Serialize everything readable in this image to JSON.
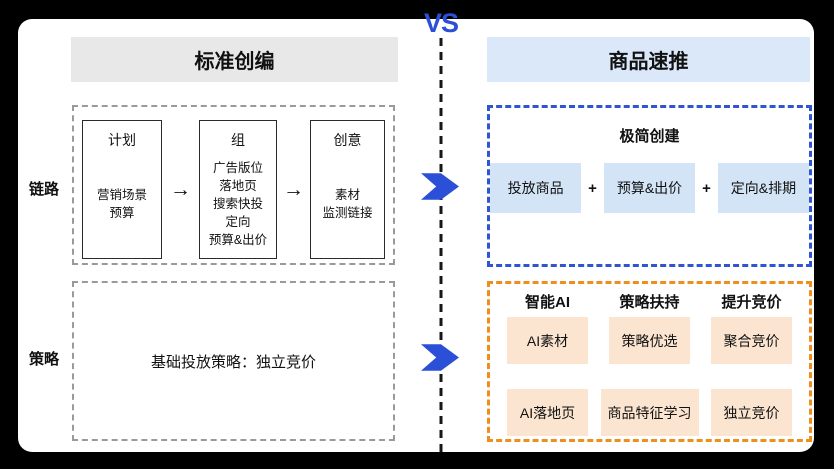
{
  "vs_label": "VS",
  "colors": {
    "accent_blue": "#2B4FD7",
    "blue_dashed_border": "#2F55D2",
    "orange_dashed_border": "#EE8F1C",
    "gray_dashed_border": "#9A9A9A",
    "header_gray_bg": "#E8E8E8",
    "header_blue_bg": "#DBE8FA",
    "chip_blue_bg": "#D3E4F7",
    "chip_orange_bg": "#FBE5D0"
  },
  "left": {
    "header": "标准创编",
    "row_labels": {
      "chain": "链路",
      "strategy": "策略"
    },
    "chain": {
      "arrow": "→",
      "boxes": [
        {
          "title": "计划",
          "lines": [
            "营销场景",
            "预算"
          ]
        },
        {
          "title": "组",
          "lines": [
            "广告版位",
            "落地页",
            "搜索快投",
            "定向",
            "预算&出价"
          ]
        },
        {
          "title": "创意",
          "lines": [
            "素材",
            "监测链接"
          ]
        }
      ]
    },
    "strategy": {
      "text": "基础投放策略：独立竞价"
    }
  },
  "right": {
    "header": "商品速推",
    "simple_create": {
      "title": "极简创建",
      "separator": "+",
      "items": [
        "投放商品",
        "预算&出价",
        "定向&排期"
      ]
    },
    "boost": {
      "columns": [
        {
          "header": "智能AI",
          "chips": [
            "AI素材",
            "AI落地页"
          ]
        },
        {
          "header": "策略扶持",
          "chips": [
            "策略优选",
            "商品特征学习"
          ]
        },
        {
          "header": "提升竞价",
          "chips": [
            "聚合竞价",
            "独立竞价"
          ]
        }
      ]
    }
  }
}
